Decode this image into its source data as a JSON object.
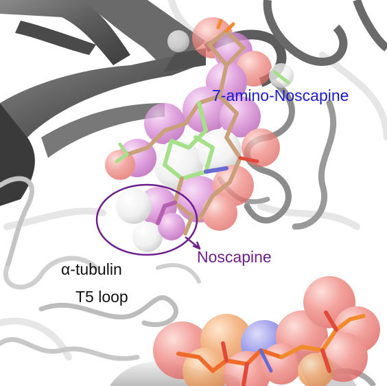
{
  "labels": {
    "seven_amino_noscapine": "7-amino-Noscapine",
    "noscapine": "Noscapine",
    "tubulin_line1": "α-tubulin",
    "tubulin_line2": "T5 loop"
  },
  "colors": {
    "seven_amino_label": "#1a1ad6",
    "noscapine_label": "#6b1e8c",
    "tubulin_label": "#111111",
    "ribbon_dark": "#5c5c5c",
    "ribbon_light": "#d6d6d6",
    "sphere_magenta": "#d88ad6",
    "sphere_red": "#f08a84",
    "sphere_orange": "#f2a66a",
    "sphere_blue": "#8686e6",
    "stick_tan": "#c9a07a",
    "stick_green": "#a6e08a",
    "stick_orange": "#f08a2a"
  }
}
